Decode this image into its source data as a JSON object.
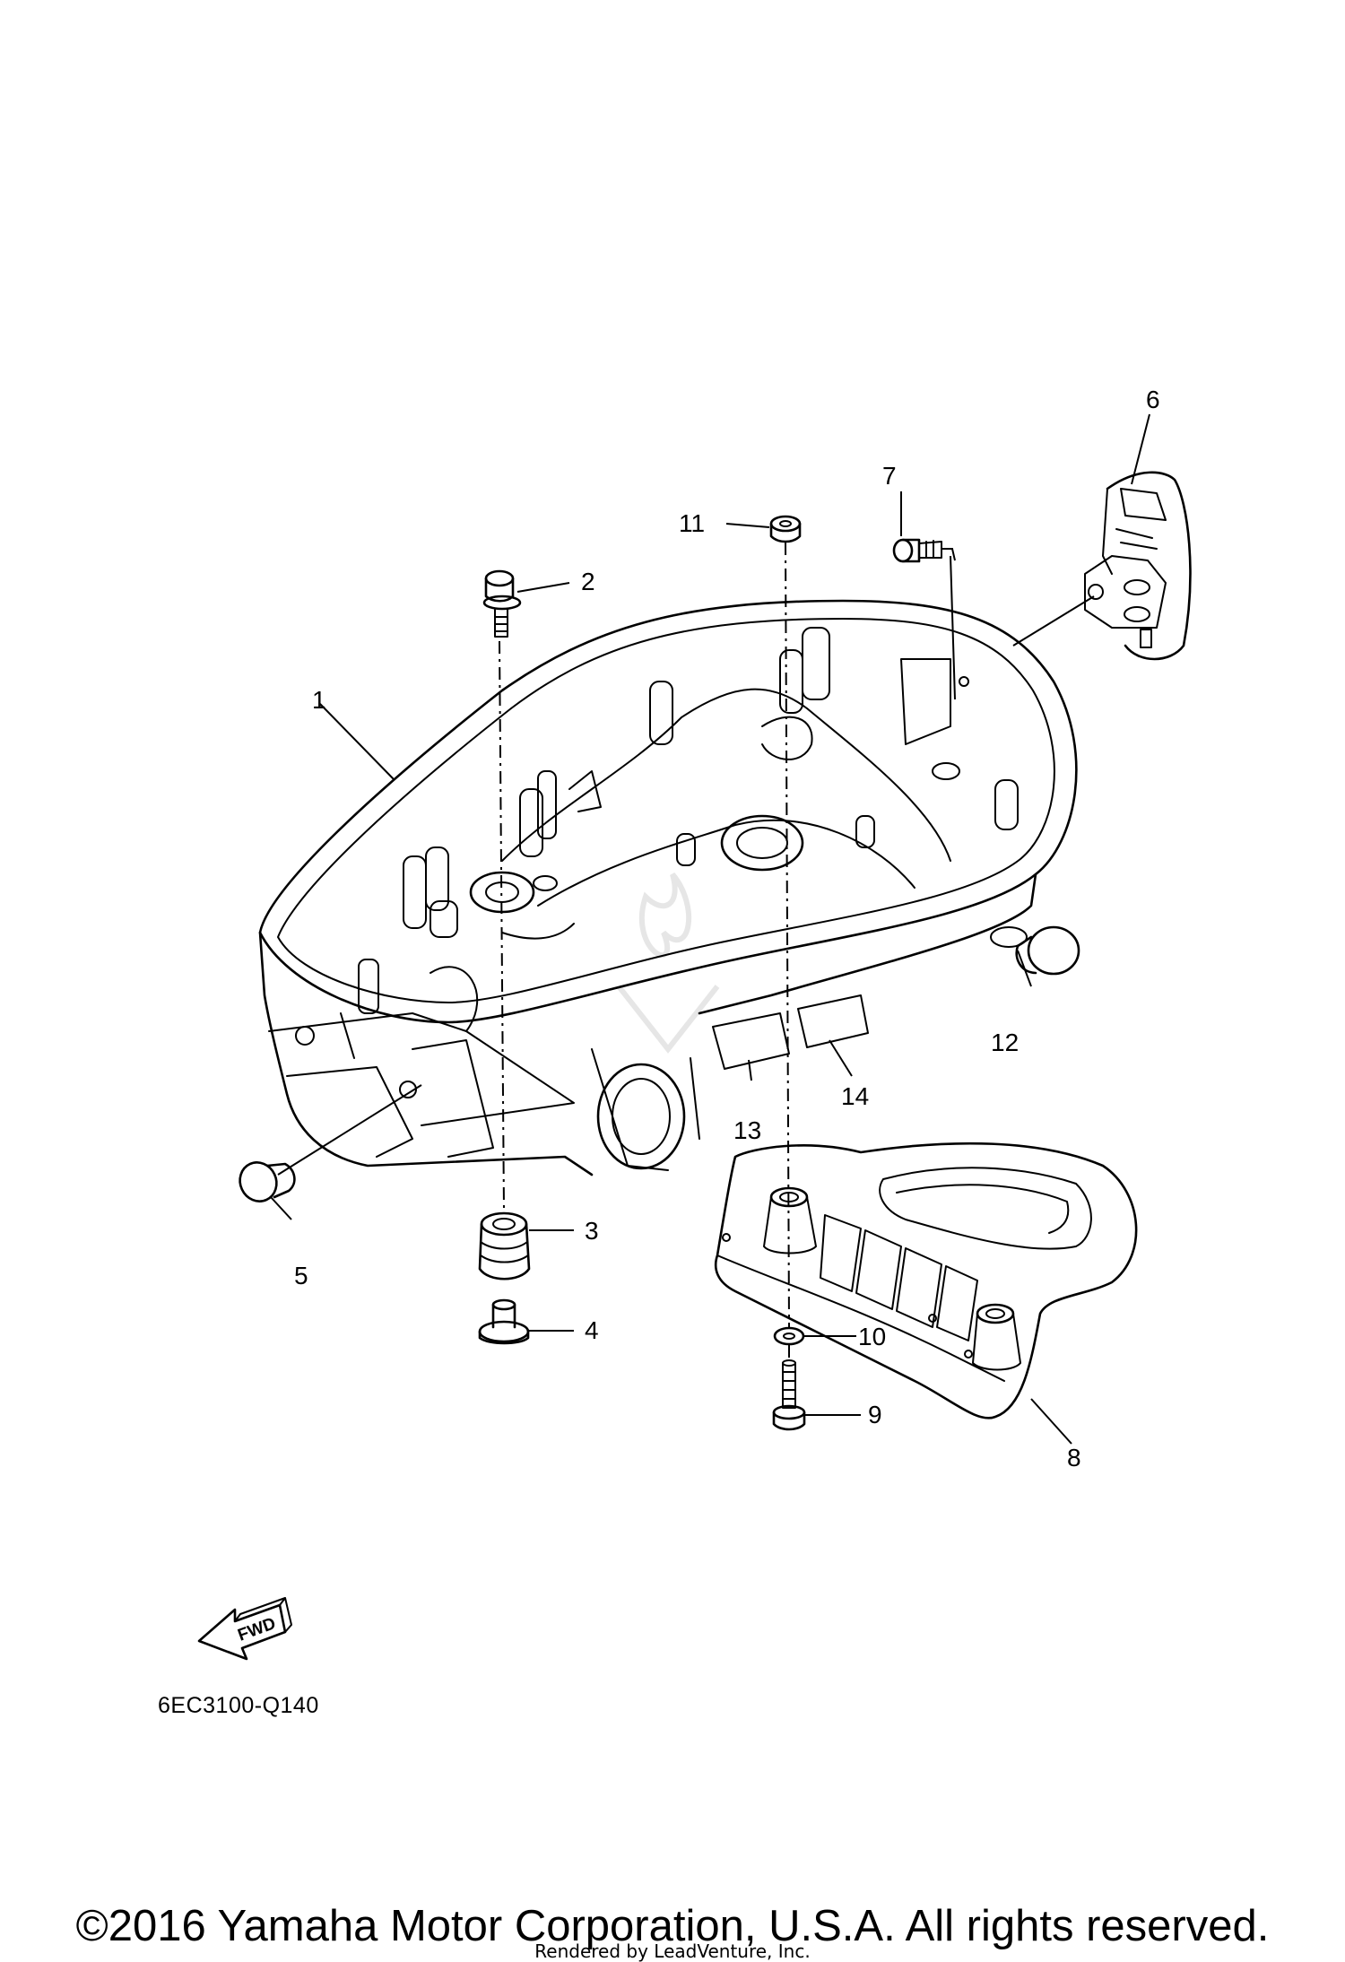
{
  "diagram": {
    "callouts": [
      {
        "id": "1",
        "label": "1"
      },
      {
        "id": "2",
        "label": "2"
      },
      {
        "id": "3",
        "label": "3"
      },
      {
        "id": "4",
        "label": "4"
      },
      {
        "id": "5",
        "label": "5"
      },
      {
        "id": "6",
        "label": "6"
      },
      {
        "id": "7",
        "label": "7"
      },
      {
        "id": "8",
        "label": "8"
      },
      {
        "id": "9",
        "label": "9"
      },
      {
        "id": "10",
        "label": "10"
      },
      {
        "id": "11",
        "label": "11"
      },
      {
        "id": "12",
        "label": "12"
      },
      {
        "id": "13",
        "label": "13"
      },
      {
        "id": "14",
        "label": "14"
      }
    ],
    "fwd_label": "FWD",
    "diagram_code": "6EC3100-Q140"
  },
  "footer": {
    "copyright": "©2016 Yamaha Motor Corporation, U.S.A. All rights reserved.",
    "rendered_by": "Rendered by LeadVenture, Inc."
  }
}
